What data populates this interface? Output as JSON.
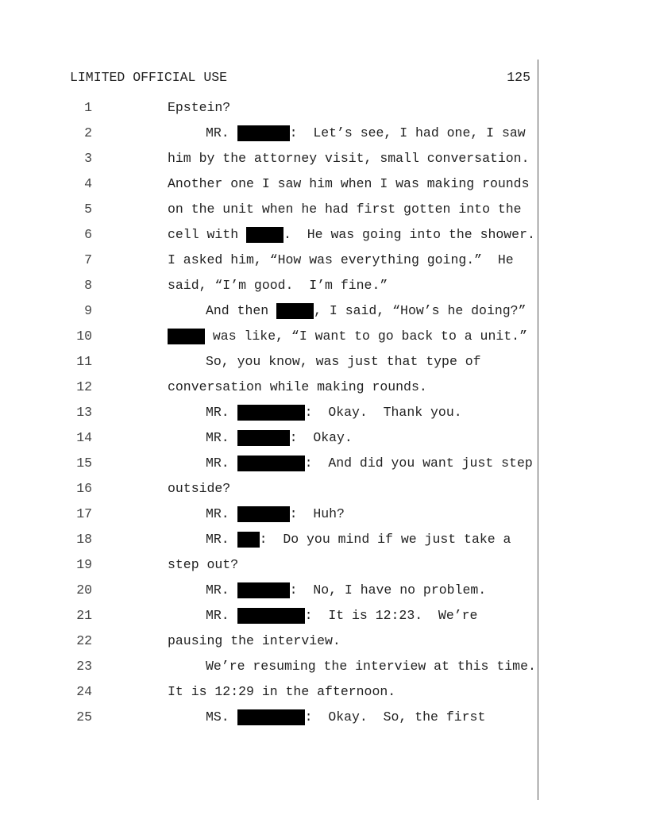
{
  "header": {
    "classification": "LIMITED OFFICIAL USE",
    "page_number": "125"
  },
  "lines": [
    {
      "n": "1",
      "indent": false,
      "seg": [
        {
          "t": "Epstein?"
        }
      ]
    },
    {
      "n": "2",
      "indent": true,
      "seg": [
        {
          "t": "MR. "
        },
        {
          "r": "l"
        },
        {
          "t": ":  Let’s see, I had one, I saw"
        }
      ]
    },
    {
      "n": "3",
      "indent": false,
      "seg": [
        {
          "t": "him by the attorney visit, small conversation."
        }
      ]
    },
    {
      "n": "4",
      "indent": false,
      "seg": [
        {
          "t": "Another one I saw him when I was making rounds"
        }
      ]
    },
    {
      "n": "5",
      "indent": false,
      "seg": [
        {
          "t": "on the unit when he had first gotten into the"
        }
      ]
    },
    {
      "n": "6",
      "indent": false,
      "seg": [
        {
          "t": "cell with "
        },
        {
          "r": "m"
        },
        {
          "t": ".  He was going into the shower."
        }
      ]
    },
    {
      "n": "7",
      "indent": false,
      "seg": [
        {
          "t": "I asked him, “How was everything going.”  He"
        }
      ]
    },
    {
      "n": "8",
      "indent": false,
      "seg": [
        {
          "t": "said, “I’m good.  I’m fine.”"
        }
      ]
    },
    {
      "n": "9",
      "indent": true,
      "seg": [
        {
          "t": "And then "
        },
        {
          "r": "m"
        },
        {
          "t": ", I said, “How’s he doing?”"
        }
      ]
    },
    {
      "n": "10",
      "indent": false,
      "seg": [
        {
          "r": "m"
        },
        {
          "t": " was like, “I want to go back to a unit.”"
        }
      ]
    },
    {
      "n": "11",
      "indent": true,
      "seg": [
        {
          "t": "So, you know, was just that type of"
        }
      ]
    },
    {
      "n": "12",
      "indent": false,
      "seg": [
        {
          "t": "conversation while making rounds."
        }
      ]
    },
    {
      "n": "13",
      "indent": true,
      "seg": [
        {
          "t": "MR. "
        },
        {
          "r": "xl"
        },
        {
          "t": ":  Okay.  Thank you."
        }
      ]
    },
    {
      "n": "14",
      "indent": true,
      "seg": [
        {
          "t": "MR. "
        },
        {
          "r": "l"
        },
        {
          "t": ":  Okay."
        }
      ]
    },
    {
      "n": "15",
      "indent": true,
      "seg": [
        {
          "t": "MR. "
        },
        {
          "r": "xl"
        },
        {
          "t": ":  And did you want just step"
        }
      ]
    },
    {
      "n": "16",
      "indent": false,
      "seg": [
        {
          "t": "outside?"
        }
      ]
    },
    {
      "n": "17",
      "indent": true,
      "seg": [
        {
          "t": "MR. "
        },
        {
          "r": "l"
        },
        {
          "t": ":  Huh?"
        }
      ]
    },
    {
      "n": "18",
      "indent": true,
      "seg": [
        {
          "t": "MR. "
        },
        {
          "r": "s"
        },
        {
          "t": ":  Do you mind if we just take a"
        }
      ]
    },
    {
      "n": "19",
      "indent": false,
      "seg": [
        {
          "t": "step out?"
        }
      ]
    },
    {
      "n": "20",
      "indent": true,
      "seg": [
        {
          "t": "MR. "
        },
        {
          "r": "l"
        },
        {
          "t": ":  No, I have no problem."
        }
      ]
    },
    {
      "n": "21",
      "indent": true,
      "seg": [
        {
          "t": "MR. "
        },
        {
          "r": "xl"
        },
        {
          "t": ":  It is 12:23.  We’re"
        }
      ]
    },
    {
      "n": "22",
      "indent": false,
      "seg": [
        {
          "t": "pausing the interview."
        }
      ]
    },
    {
      "n": "23",
      "indent": true,
      "seg": [
        {
          "t": "We’re resuming the interview at this time."
        }
      ]
    },
    {
      "n": "24",
      "indent": false,
      "seg": [
        {
          "t": "It is 12:29 in the afternoon."
        }
      ]
    },
    {
      "n": "25",
      "indent": true,
      "seg": [
        {
          "t": "MS. "
        },
        {
          "r": "xl"
        },
        {
          "t": ":  Okay.  So, the first"
        }
      ]
    }
  ]
}
